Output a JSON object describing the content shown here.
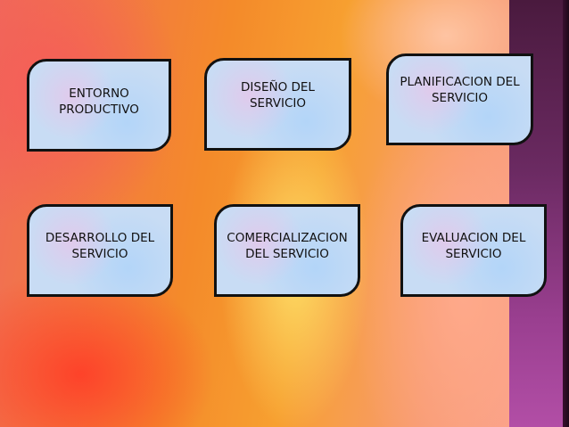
{
  "boxes": [
    {
      "label": "ENTORNO\nPRODUCTIVO"
    },
    {
      "label": "DISEÑO DEL\nSERVICIO"
    },
    {
      "label": "PLANIFICACION DEL\nSERVICIO"
    },
    {
      "label": "DESARROLLO DEL\nSERVICIO"
    },
    {
      "label": "COMERCIALIZACION\nDEL SERVICIO"
    },
    {
      "label": "EVALUACION DEL\nSERVICIO"
    }
  ],
  "colors": {
    "strip": "#6b2a62",
    "box_fill": "#c8dcf4",
    "border": "#111111"
  }
}
